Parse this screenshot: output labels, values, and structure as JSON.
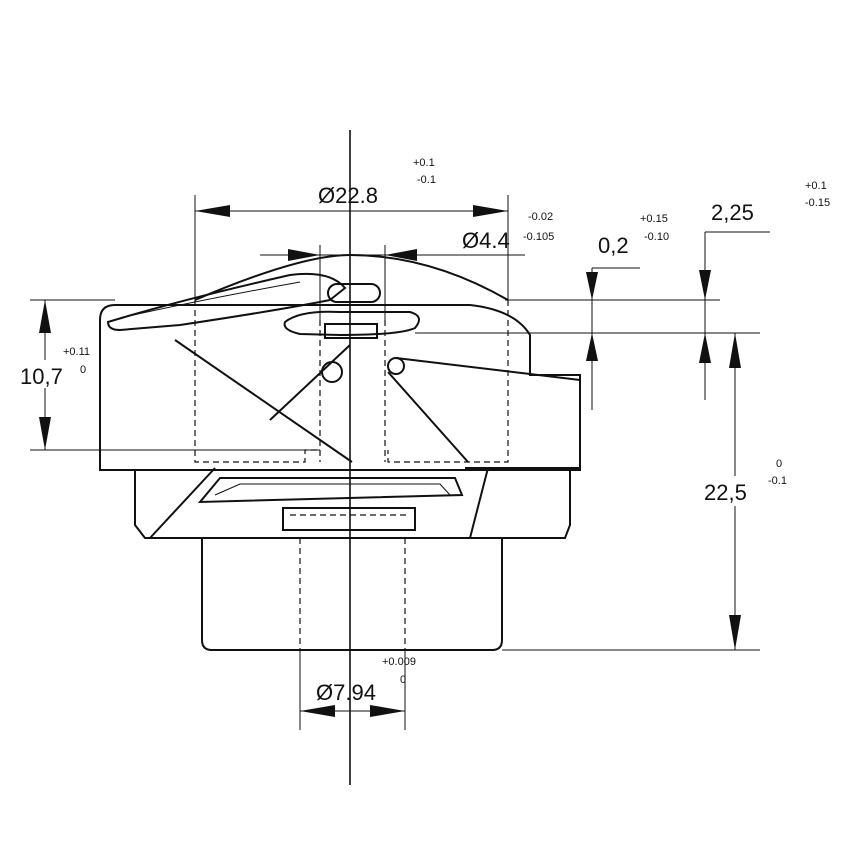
{
  "drawing": {
    "dimensions": {
      "dia_22_8": {
        "value": "Ø22.8",
        "tol_upper": "+0.1",
        "tol_lower": "-0.1"
      },
      "dia_4_4": {
        "value": "Ø4.4",
        "tol_upper": "-0.02",
        "tol_lower": "-0.105"
      },
      "gap_0_2": {
        "value": "0,2",
        "tol_upper": "+0.15",
        "tol_lower": "-0.10"
      },
      "depth_2_25": {
        "value": "2,25",
        "tol_upper": "+0.1",
        "tol_lower": "-0.15"
      },
      "height_10_7": {
        "value": "10,7",
        "tol_upper": "+0.11",
        "tol_lower": "0"
      },
      "height_22_5": {
        "value": "22,5",
        "tol_upper": "0",
        "tol_lower": "-0.1"
      },
      "dia_7_94": {
        "value": "Ø7.94",
        "tol_upper": "+0.009",
        "tol_lower": "0"
      }
    }
  }
}
